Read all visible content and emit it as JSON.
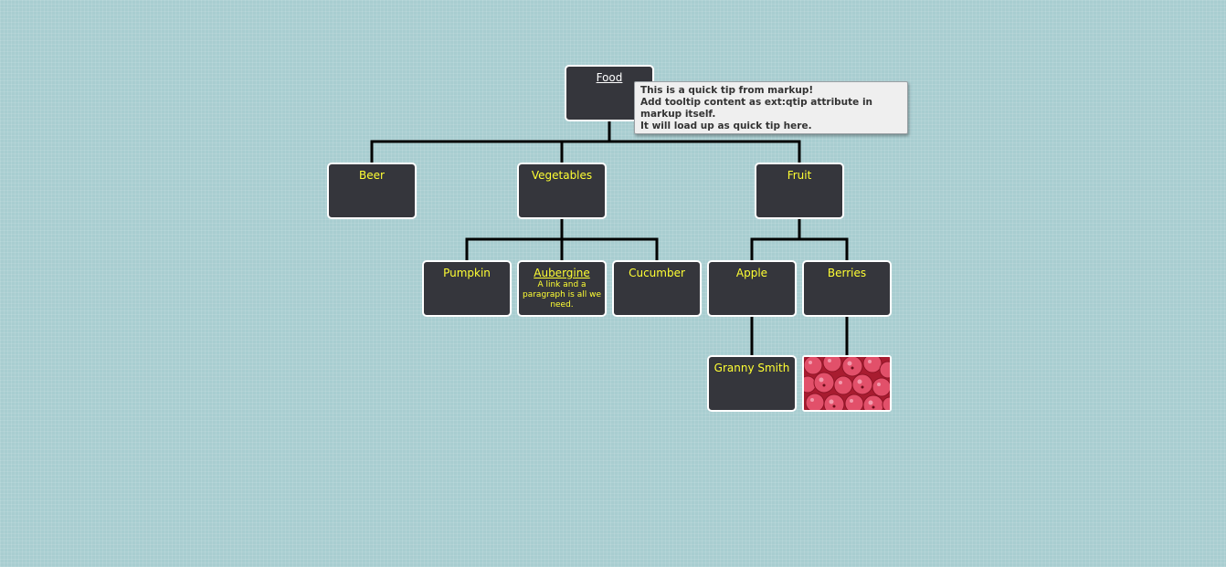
{
  "tree": {
    "root": {
      "label": "Food"
    },
    "beer": {
      "label": "Beer"
    },
    "vegetables": {
      "label": "Vegetables"
    },
    "fruit": {
      "label": "Fruit"
    },
    "pumpkin": {
      "label": "Pumpkin"
    },
    "aubergine": {
      "label": "Aubergine",
      "paragraph": "A link and a paragraph is all we need."
    },
    "cucumber": {
      "label": "Cucumber"
    },
    "apple": {
      "label": "Apple"
    },
    "berries": {
      "label": "Berries"
    },
    "granny_smith": {
      "label": "Granny Smith"
    }
  },
  "tooltip": {
    "lines": [
      "This is a quick tip from markup!",
      "Add tooltip content as ext:qtip attribute in markup itself.",
      "It will load up as quick tip here."
    ]
  },
  "colors": {
    "background": "#a8cdd0",
    "node_fill": "#35363c",
    "node_border": "#ffffff",
    "node_text": "#ffff33",
    "connector": "#000000",
    "tooltip_bg": "#efefef"
  }
}
